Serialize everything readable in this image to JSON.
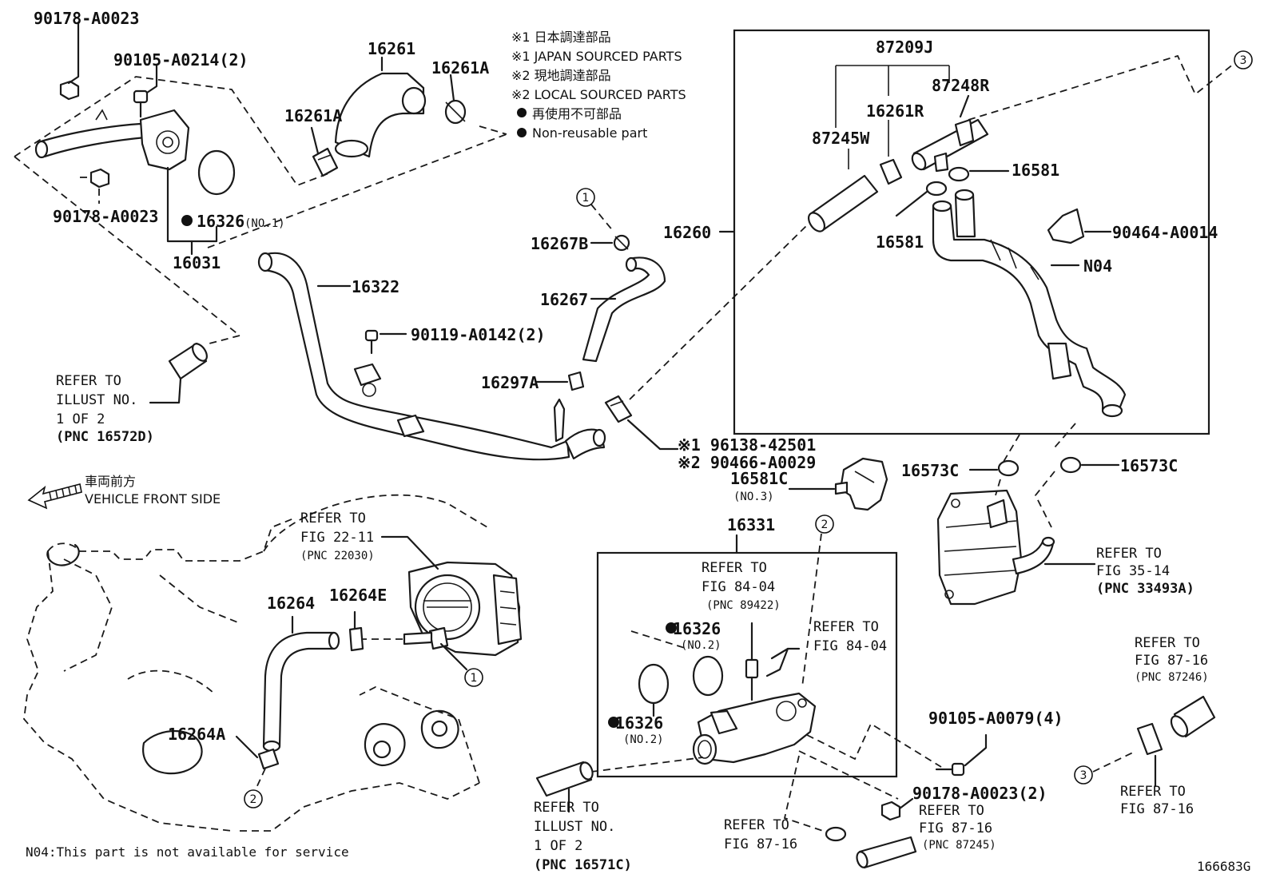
{
  "legend": {
    "japan_jp": "※1 日本調達部品",
    "japan_en": "※1 JAPAN SOURCED PARTS",
    "local_jp": "※2 現地調達部品",
    "local_en": "※2 LOCAL SOURCED PARTS",
    "nonreuse_jp": "再使用不可部品",
    "nonreuse_en": "Non-reusable part"
  },
  "parts": {
    "p90178_top": "90178-A0023",
    "p90105_a0214": "90105-A0214(2)",
    "p90178_mid": "90178-A0023",
    "p16261": "16261",
    "p16261a_right": "16261A",
    "p16261a_left": "16261A",
    "p16326_no1": "16326",
    "p16326_no1_sub": "(NO.1)",
    "p16031": "16031",
    "p16322": "16322",
    "p90119": "90119-A0142(2)",
    "p16267b": "16267B",
    "p16267": "16267",
    "p16297a": "16297A",
    "p96138": "※1 96138-42501",
    "p90466": "※2 90466-A0029",
    "p16581c": "16581C",
    "p16581c_sub": "(NO.3)",
    "p87209j": "87209J",
    "p87248r": "87248R",
    "p16261r": "16261R",
    "p87245w": "87245W",
    "p16581_a": "16581",
    "p16581_b": "16581",
    "p16260": "16260",
    "p90464": "90464-A0014",
    "pN04": "N04",
    "p16573c_left": "16573C",
    "p16573c_right": "16573C",
    "p16331": "16331",
    "p16264": "16264",
    "p16264e": "16264E",
    "p16264a": "16264A",
    "p16326_no2a": "16326",
    "p16326_no2a_sub": "(NO.2)",
    "p16326_no2b": "16326",
    "p16326_no2b_sub": "(NO.2)",
    "p90105_a0079": "90105-A0079(4)",
    "p90178_a0023_2": "90178-A0023(2)"
  },
  "refs": {
    "r1_l1": "REFER TO",
    "r1_l2": "ILLUST NO.",
    "r1_l3": "1 OF 2",
    "r1_l4": "(PNC 16572D)",
    "front_jp": "車両前方",
    "front_en": "VEHICLE FRONT SIDE",
    "r2_l1": "REFER TO",
    "r2_l2": "FIG 22-11",
    "r2_l3": "(PNC 22030)",
    "r3_l1": "REFER TO",
    "r3_l2": "FIG 84-04",
    "r3_l3": "(PNC 89422)",
    "r4_l1": "REFER TO",
    "r4_l2": "FIG 84-04",
    "r5_l1": "REFER TO",
    "r5_l2": "FIG 35-14",
    "r5_l3": "(PNC 33493A)",
    "r6_l1": "REFER TO",
    "r6_l2": "FIG 87-16",
    "r6_l3": "(PNC 87246)",
    "r7_l1": "REFER TO",
    "r7_l2": "FIG 87-16",
    "r8_l1": "REFER TO",
    "r8_l2": "FIG 87-16",
    "r8_l3": "(PNC 87245)",
    "r9_l1": "REFER TO",
    "r9_l2": "FIG 87-16",
    "r10_l1": "REFER TO",
    "r10_l2": "ILLUST NO.",
    "r10_l3": "1 OF 2",
    "r10_l4": "(PNC 16571C)"
  },
  "markers": {
    "m1": "1",
    "m2": "2",
    "m3": "3"
  },
  "footnote": "N04:This part is not available for service",
  "figure_id": "166683G"
}
